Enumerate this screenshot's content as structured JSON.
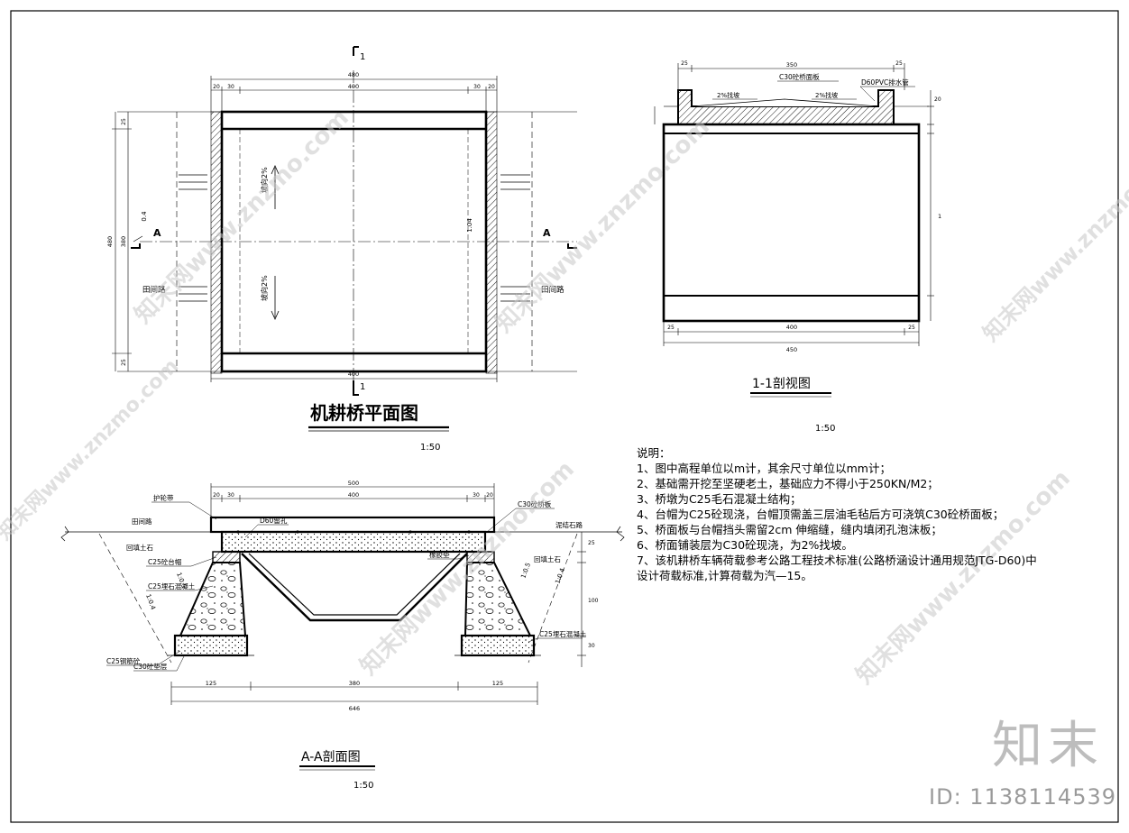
{
  "plan": {
    "title": "机耕桥平面图",
    "scale": "1:50",
    "section_mark": "1",
    "section_letter": "A",
    "road_label": "田间路",
    "slope_label": "坡向2%",
    "dim_top_outer": "480",
    "dim_top_inner": "400",
    "dim_edge_a": "20",
    "dim_edge_b": "30",
    "dim_bottom": "400",
    "dim_side_total": "480",
    "dim_side_inner": "380",
    "dim_side_small": "25",
    "dim_right": "1.04",
    "dim_left": "0.4"
  },
  "section_1_1": {
    "title": "1-1剖视图",
    "scale": "1:50",
    "label_deck": "C30砼桥面板",
    "label_pipe": "D60PVC排水管",
    "slope_left": "2%找坡",
    "slope_right": "2%找坡",
    "dim_top": "350",
    "dim_edge": "25",
    "dim_bottom_inner": "400",
    "dim_bottom_outer": "450",
    "dim_side": "20",
    "dim_height": "1"
  },
  "section_a_a": {
    "title": "A-A剖面图",
    "scale": "1:50",
    "label_guard": "护轮带",
    "label_deck": "C30砼桥板",
    "label_pipe": "D60留孔",
    "label_road_left": "田间路",
    "label_road_right": "泥结石路",
    "label_fill_left": "回填土石",
    "label_fill_right": "回填土石",
    "label_cap": "C25砼台帽",
    "label_pier_left": "C25埋石混凝土",
    "label_pier_right": "C25埋石混凝土",
    "label_rubber": "橡胶垫",
    "label_base_left": "C25钢筋砼",
    "label_base_left2": "C30砼垫层",
    "slope_left": "1:0.4",
    "slope_right": "1:0.4",
    "slope_small": "1:0.5",
    "dim_top_outer": "500",
    "dim_top_inner": "400",
    "dim_edge_a": "20",
    "dim_edge_b": "30",
    "dim_bottom_left": "125",
    "dim_bottom_mid": "380",
    "dim_bottom_right": "125",
    "dim_bottom_total": "646",
    "dim_right_a": "25",
    "dim_right_b": "100",
    "dim_right_c": "30"
  },
  "notes": {
    "heading": "说明：",
    "items": [
      "1、图中高程单位以m计，其余尺寸单位以mm计；",
      "2、基础需开挖至坚硬老土，基础应力不得小于250KN/M2；",
      "3、桥墩为C25毛石混凝土结构；",
      "4、台帽为C25砼现浇，台帽顶需盖三层油毛毡后方可浇筑C30砼桥面板；",
      "5、桥面板与台帽挡头需留2cm 伸缩缝，缝内填闭孔泡沫板；",
      "6、桥面铺装层为C30砼现浇，为2%找坡。",
      "7、该机耕桥车辆荷载参考公路工程技术标准(公路桥涵设计通用规范JTG-D60)中",
      "   设计荷载标准,计算荷载为汽—15。"
    ]
  },
  "watermark": {
    "text": "知末网www.znzmo.com",
    "brand": "知末",
    "id": "ID: 1138114539"
  }
}
